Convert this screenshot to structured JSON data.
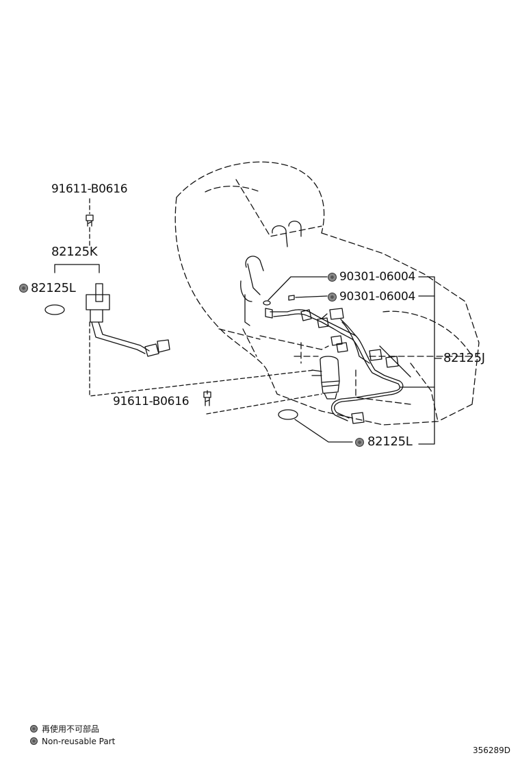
{
  "parts": {
    "bolt_upper": "91611-B0616",
    "sensor_k": "82125K",
    "oring_left": "82125L",
    "clip_a": "90301-06004",
    "clip_b": "90301-06004",
    "harness_j": "82125J",
    "bolt_lower": "91611-B0616",
    "oring_bottom": "82125L"
  },
  "legend": {
    "japanese": "再使用不可部品",
    "english": "Non-reusable Part"
  },
  "illustration_id": "356289D",
  "colors": {
    "line": "#111111",
    "mark": "#777777"
  }
}
